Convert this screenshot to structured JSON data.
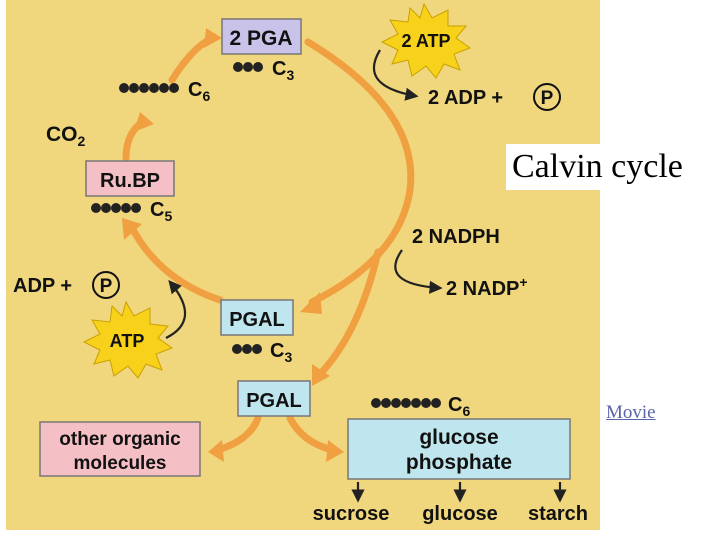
{
  "slide": {
    "title": "Calvin cycle",
    "movie_link": "Movie"
  },
  "colors": {
    "background": "#f0d77e",
    "arrow": "#f0a040",
    "box_lavender": "#c9c3ea",
    "box_pink": "#f4c0c5",
    "box_blue": "#bfe6ee",
    "starburst": "#f8d21a",
    "molecule": "#222222"
  },
  "diagram": {
    "pga": {
      "label": "2 PGA",
      "carbon": "C",
      "carbon_sub": "3"
    },
    "c6_top": {
      "carbon": "C",
      "carbon_sub": "6"
    },
    "co2": {
      "label": "CO",
      "sub": "2"
    },
    "rubp": {
      "label": "Ru.BP",
      "carbon": "C",
      "carbon_sub": "5"
    },
    "atp_top": {
      "label": "2 ATP"
    },
    "adp_top": {
      "label": "2 ADP +",
      "phosphate": "P"
    },
    "nadph": {
      "label": "2 NADPH"
    },
    "nadp": {
      "label": "2 NADP",
      "sup": "+"
    },
    "adp_left": {
      "label": "ADP +",
      "phosphate": "P"
    },
    "atp_left": {
      "label": "ATP"
    },
    "pgal_mid": {
      "label": "PGAL",
      "carbon": "C",
      "carbon_sub": "3"
    },
    "pgal_low": {
      "label": "PGAL"
    },
    "c6_bottom": {
      "carbon": "C",
      "carbon_sub": "6"
    },
    "other": {
      "line1": "other organic",
      "line2": "molecules"
    },
    "glucose_phosphate": {
      "line1": "glucose",
      "line2": "phosphate"
    },
    "products": [
      "sucrose",
      "glucose",
      "starch"
    ]
  }
}
